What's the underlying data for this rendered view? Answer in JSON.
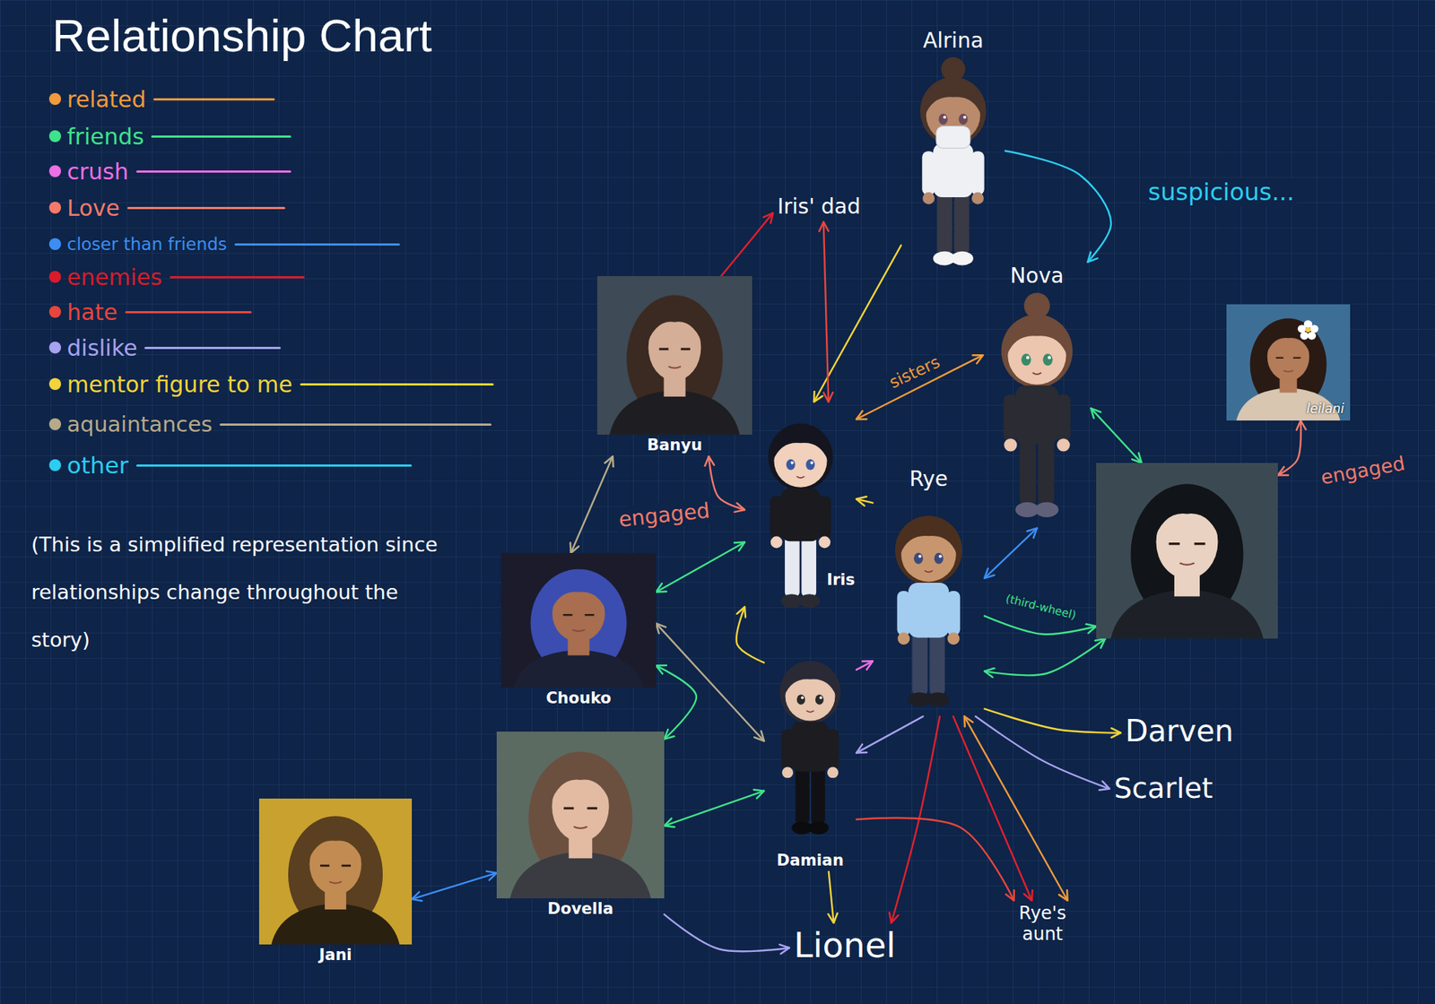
{
  "diagram": {
    "title": "Relationship Chart",
    "nodes": [
      {
        "text": [
          "Alrina"
        ]
      },
      {
        "text": [
          "Iris' dad"
        ]
      },
      {
        "text": [
          "Nova"
        ]
      },
      {
        "text": [
          "leilani"
        ]
      },
      {
        "text": [
          "Banyu"
        ]
      },
      {
        "text": [
          "Iris"
        ]
      },
      {
        "text": [
          "Rye"
        ]
      },
      {
        "text": []
      },
      {
        "text": [
          "Chouko"
        ]
      },
      {
        "text": [
          "Damian"
        ]
      },
      {
        "text": [
          "Darven"
        ]
      },
      {
        "text": [
          "Scarlet"
        ]
      },
      {
        "text": [
          "Dovella"
        ]
      },
      {
        "text": [
          "Jani"
        ]
      },
      {
        "text": [
          "Rye's aunt"
        ]
      },
      {
        "text": [
          "Lionel"
        ]
      }
    ],
    "edges": [
      {
        "from": 0,
        "to": 2,
        "arrow": "to",
        "label": "suspicious..."
      },
      {
        "from": 0,
        "to": 5,
        "arrow": "to"
      },
      {
        "from": 4,
        "to": 1,
        "arrow": "to"
      },
      {
        "from": 1,
        "to": 5,
        "arrow": "both"
      },
      {
        "from": 5,
        "to": 2,
        "arrow": "both",
        "label": "sisters"
      },
      {
        "from": 4,
        "to": 5,
        "arrow": "both",
        "label": "engaged"
      },
      {
        "from": 4,
        "to": 8,
        "arrow": "both"
      },
      {
        "from": 2,
        "to": 7,
        "arrow": "both"
      },
      {
        "from": 2,
        "to": 6,
        "arrow": "both"
      },
      {
        "from": 6,
        "to": 7,
        "arrow": "to",
        "label": "(third-wheel)"
      },
      {
        "from": 6,
        "to": 7,
        "arrow": "both"
      },
      {
        "from": 7,
        "to": 3,
        "arrow": "both",
        "label": "engaged"
      },
      {
        "from": 6,
        "to": 5,
        "arrow": "to"
      },
      {
        "from": 8,
        "to": 5,
        "arrow": "both"
      },
      {
        "from": 8,
        "to": 9,
        "arrow": "both"
      },
      {
        "from": 8,
        "to": 12,
        "arrow": "both"
      },
      {
        "from": 9,
        "to": 5,
        "arrow": "to"
      },
      {
        "from": 9,
        "to": 6,
        "arrow": "to"
      },
      {
        "from": 6,
        "to": 9,
        "arrow": "to"
      },
      {
        "from": 12,
        "to": 9,
        "arrow": "both"
      },
      {
        "from": 13,
        "to": 12,
        "arrow": "both"
      },
      {
        "from": 12,
        "to": 15,
        "arrow": "to"
      },
      {
        "from": 9,
        "to": 15,
        "arrow": "to"
      },
      {
        "from": 6,
        "to": 15,
        "arrow": "to"
      },
      {
        "from": 9,
        "to": 14,
        "arrow": "to"
      },
      {
        "from": 6,
        "to": 14,
        "arrow": "to"
      },
      {
        "from": 6,
        "to": 14,
        "arrow": "both"
      },
      {
        "from": 6,
        "to": 11,
        "arrow": "to"
      },
      {
        "from": 6,
        "to": 10,
        "arrow": "to"
      }
    ],
    "labels": [
      "(This is a simplified representation since relationships change throughout the story)"
    ],
    "legend": [
      {
        "text": "related",
        "color": "#f39a3c"
      },
      {
        "text": "friends",
        "color": "#3fe38a"
      },
      {
        "text": "crush",
        "color": "#ee6fe6"
      },
      {
        "text": "Love",
        "color": "#f47a6a"
      },
      {
        "text": "closer than friends",
        "color": "#3c8ef2"
      },
      {
        "text": "enemies",
        "color": "#d91c2a"
      },
      {
        "text": "hate",
        "color": "#e8453c"
      },
      {
        "text": "dislike",
        "color": "#a8a2f0"
      },
      {
        "text": "mentor figure to me",
        "color": "#f3d43a"
      },
      {
        "text": "aquaintances",
        "color": "#b7aa8a"
      },
      {
        "text": "other",
        "color": "#2ccdf0"
      }
    ]
  }
}
